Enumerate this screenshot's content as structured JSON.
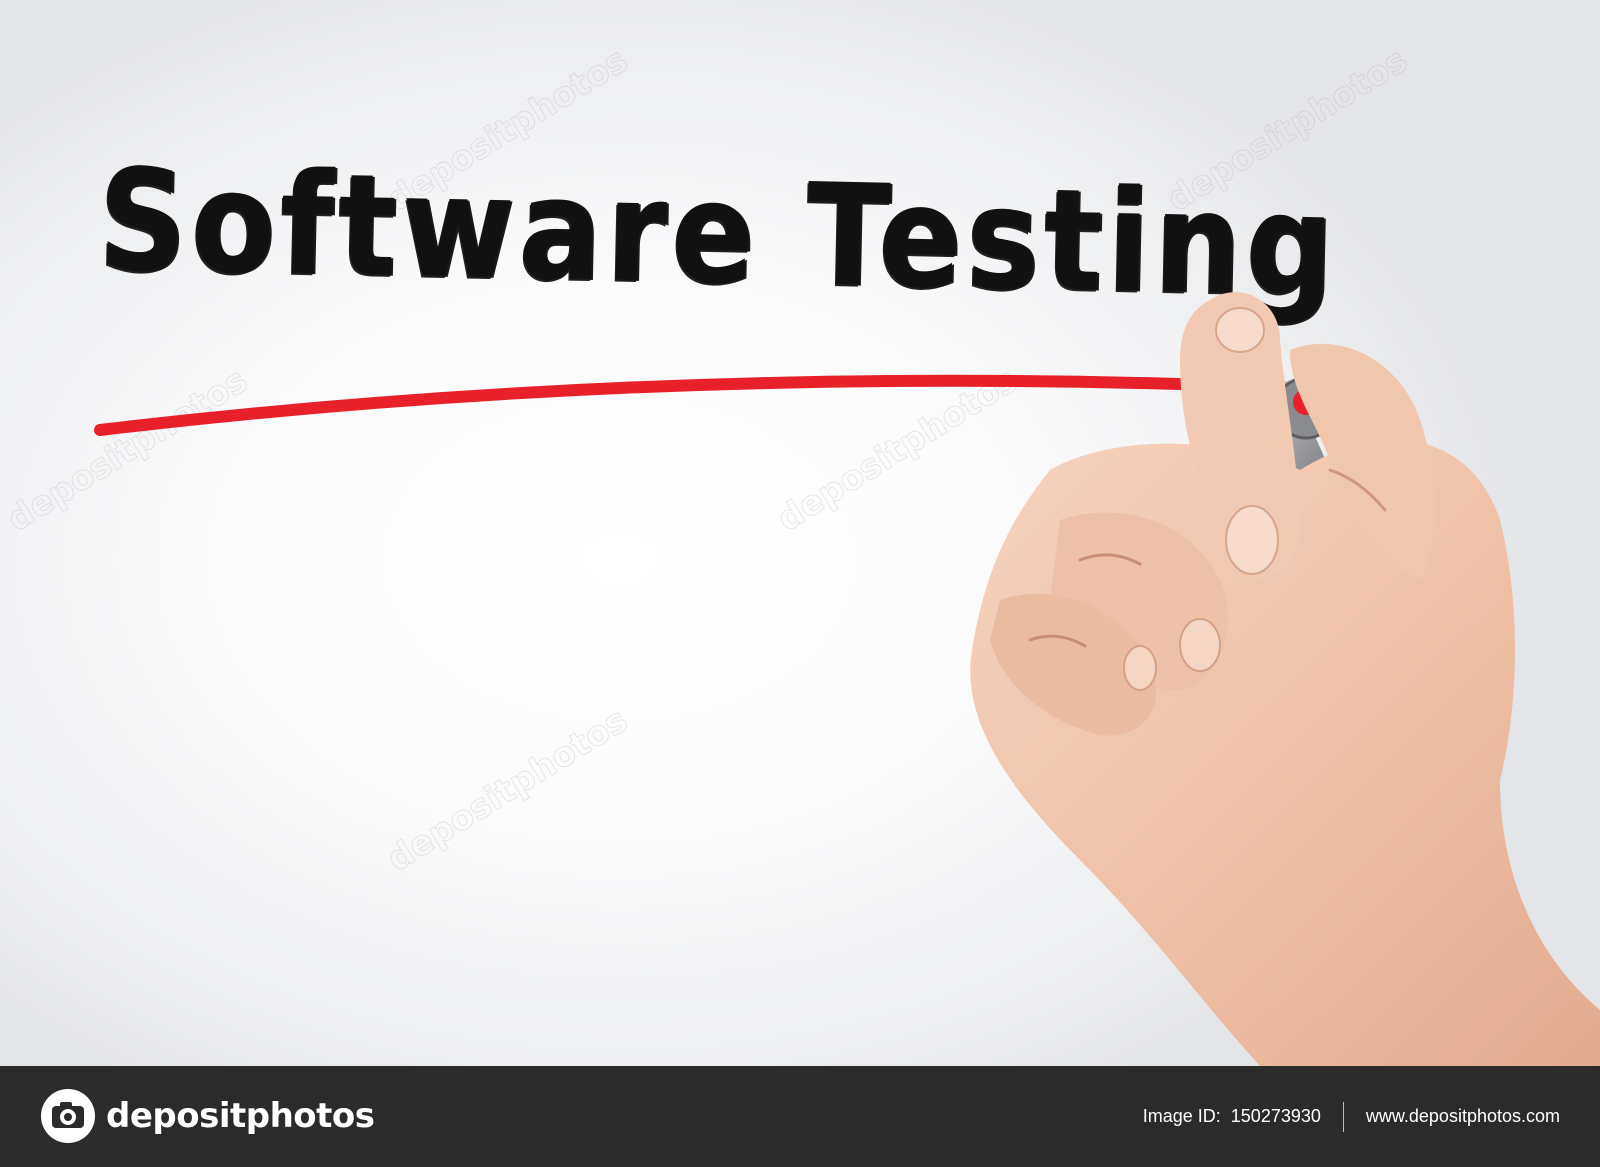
{
  "headline": "Software Testing",
  "watermark": "depositphotos",
  "footer": {
    "brand": "depositphotos",
    "image_id_label": "Image ID:",
    "image_id": "150273930",
    "url": "www.depositphotos.com"
  },
  "colors": {
    "underline": "#e8202a",
    "ink": "#111111",
    "footer_bg": "#2b2b2b",
    "skin": "#f1c8b1"
  },
  "icons": [
    "camera-logo-icon"
  ]
}
